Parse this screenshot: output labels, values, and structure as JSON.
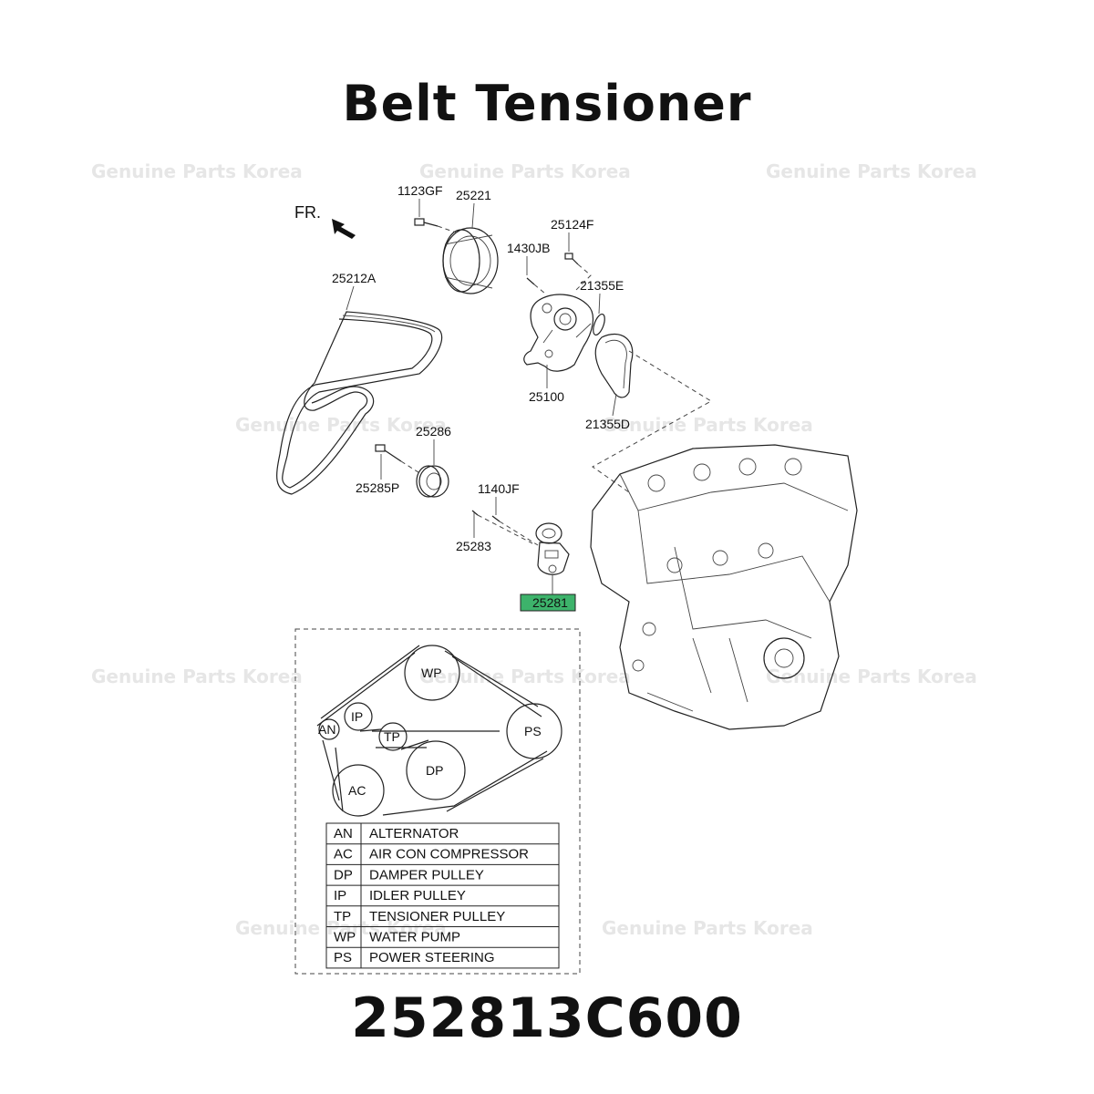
{
  "title": "Belt Tensioner",
  "part_number": "252813C600",
  "watermark": "Genuine Parts Korea",
  "front_marker": "FR.",
  "callouts": {
    "c1123GF": "1123GF",
    "c25221": "25221",
    "c25124F": "25124F",
    "c1430JB": "1430JB",
    "c21355E": "21355E",
    "c25212A": "25212A",
    "c25100": "25100",
    "c21355D": "21355D",
    "c25286": "25286",
    "c25285P": "25285P",
    "c1140JF": "1140JF",
    "c25283": "25283",
    "c25281": "25281"
  },
  "highlight_color": "#3db36b",
  "pulleys": {
    "wp": "WP",
    "ps": "PS",
    "an": "AN",
    "ip": "IP",
    "tp": "TP",
    "dp": "DP",
    "ac": "AC"
  },
  "legend": [
    {
      "code": "AN",
      "name": "ALTERNATOR"
    },
    {
      "code": "AC",
      "name": "AIR CON COMPRESSOR"
    },
    {
      "code": "DP",
      "name": "DAMPER PULLEY"
    },
    {
      "code": "IP",
      "name": "IDLER PULLEY"
    },
    {
      "code": "TP",
      "name": "TENSIONER PULLEY"
    },
    {
      "code": "WP",
      "name": "WATER PUMP"
    },
    {
      "code": "PS",
      "name": "POWER STEERING"
    }
  ]
}
